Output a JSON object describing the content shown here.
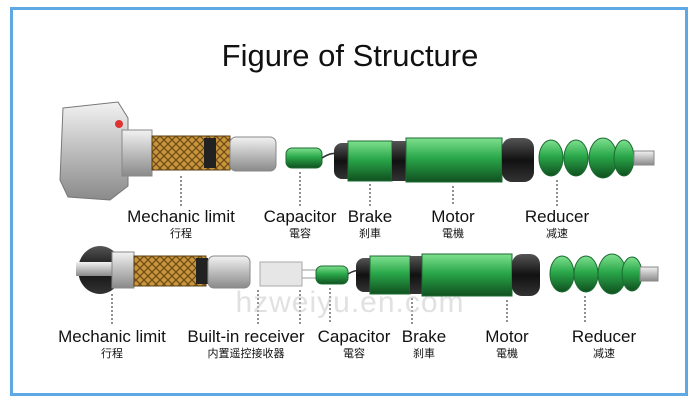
{
  "title": "Figure of Structure",
  "watermark": "hzweiyu.en.com",
  "colors": {
    "border": "#5fa8e6",
    "green": "#2aa84a",
    "dark_green": "#1b6b30",
    "metal": "#c9c9c9",
    "copper": "#b88a3a"
  },
  "row1": {
    "labels": [
      {
        "en": "Mechanic limit",
        "zh": "行程"
      },
      {
        "en": "Capacitor",
        "zh": "電容"
      },
      {
        "en": "Brake",
        "zh": "刹車"
      },
      {
        "en": "Motor",
        "zh": "電機"
      },
      {
        "en": "Reducer",
        "zh": "减速"
      }
    ]
  },
  "row2": {
    "labels": [
      {
        "en": "Mechanic limit",
        "zh": "行程"
      },
      {
        "en": "Built-in receiver",
        "zh": "内置遥控接收器"
      },
      {
        "en": "Capacitor",
        "zh": "電容"
      },
      {
        "en": "Brake",
        "zh": "刹車"
      },
      {
        "en": "Motor",
        "zh": "電機"
      },
      {
        "en": "Reducer",
        "zh": "减速"
      }
    ]
  }
}
